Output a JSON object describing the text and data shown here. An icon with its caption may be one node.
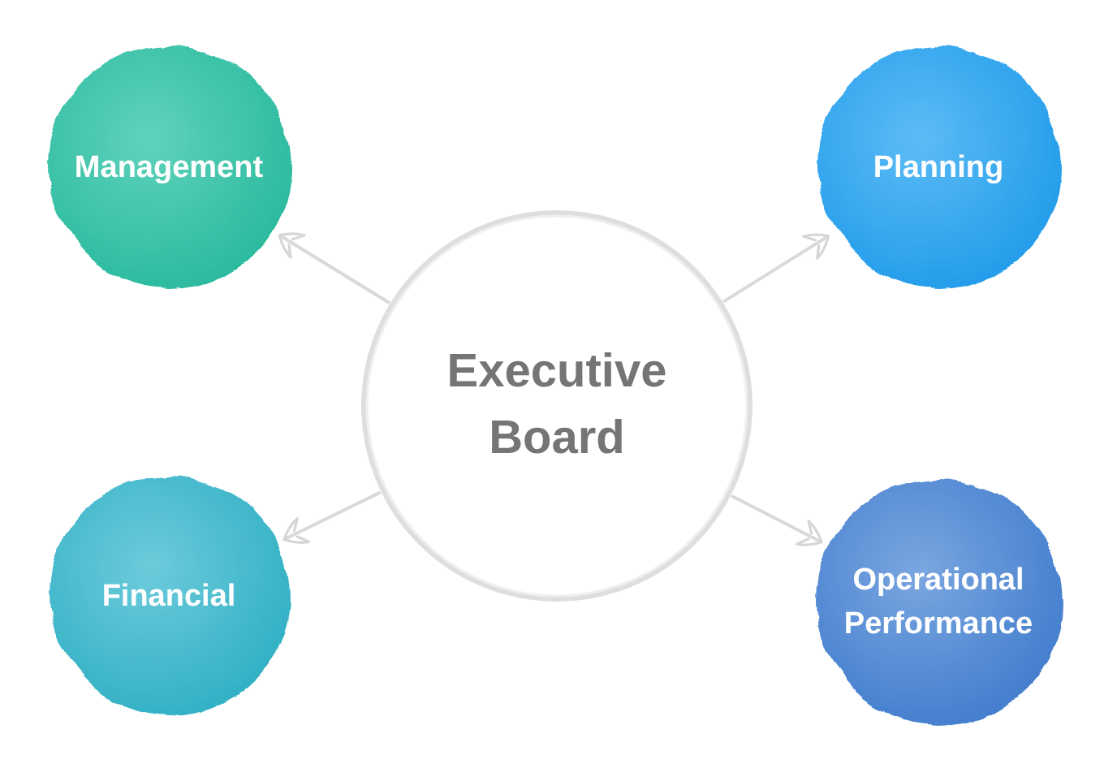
{
  "diagram": {
    "nodes": [
      {
        "text": [
          "Management"
        ]
      },
      {
        "text": [
          "Planning"
        ]
      },
      {
        "text": [
          "Executive Board"
        ]
      },
      {
        "text": [
          "Financial"
        ]
      },
      {
        "text": [
          "Operational Performance"
        ]
      }
    ],
    "edges": [
      {
        "from": 2,
        "to": 0,
        "arrow": "to"
      },
      {
        "from": 2,
        "to": 1,
        "arrow": "to"
      },
      {
        "from": 2,
        "to": 3,
        "arrow": "to"
      },
      {
        "from": 2,
        "to": 4,
        "arrow": "to"
      }
    ]
  }
}
